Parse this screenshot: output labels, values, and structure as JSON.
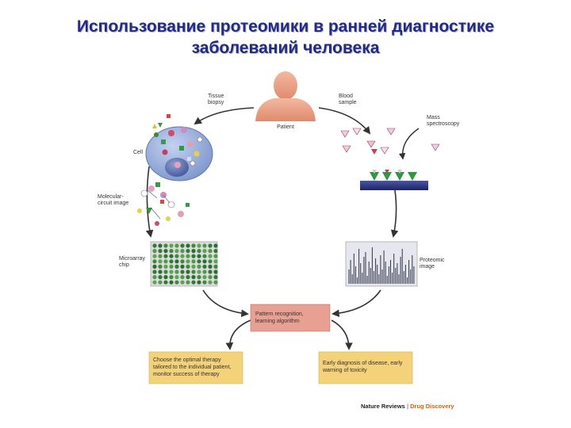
{
  "title": {
    "line1": "Использование протеомики в ранней диагностике",
    "line2": "заболеваний человека"
  },
  "figure": {
    "patient": "Patient",
    "tissue_biopsy": [
      "Tissue",
      "biopsy"
    ],
    "blood_sample": [
      "Blood",
      "sample"
    ],
    "mass_spectroscopy": [
      "Mass",
      "spectroscopy"
    ],
    "cell": "Cell",
    "molecular_circuit_image": [
      "Molecular-",
      "circuit image"
    ],
    "microarray_chip": [
      "Microarray",
      "chip"
    ],
    "proteomic_image": [
      "Proteomic",
      "image"
    ],
    "pattern_box": [
      "Pattern recognition,",
      "learning algorithm"
    ],
    "therapy_box": [
      "Choose the optimal therapy",
      "tailored to the individual patient,",
      "monitor success of therapy"
    ],
    "diagnosis_box": [
      "Early diagnosis of disease, early",
      "warning of toxicity"
    ],
    "credit_left": "Nature Reviews",
    "credit_sep": " | ",
    "credit_right": "Drug Discovery"
  },
  "colors": {
    "title": "#1f2a8a",
    "patient": "#e9a48a",
    "cell": "#8fa8d8",
    "nucleus": "#5a6ea8",
    "chip_frame": "#dcdcdc",
    "chip_dot": "#3c8a3c",
    "spectrum_bar": "#2e3548",
    "pattern_box": "#e8a092",
    "yellow_box": "#f4d27a",
    "plate": "#2b3680",
    "credit_right": "#e65c00"
  }
}
